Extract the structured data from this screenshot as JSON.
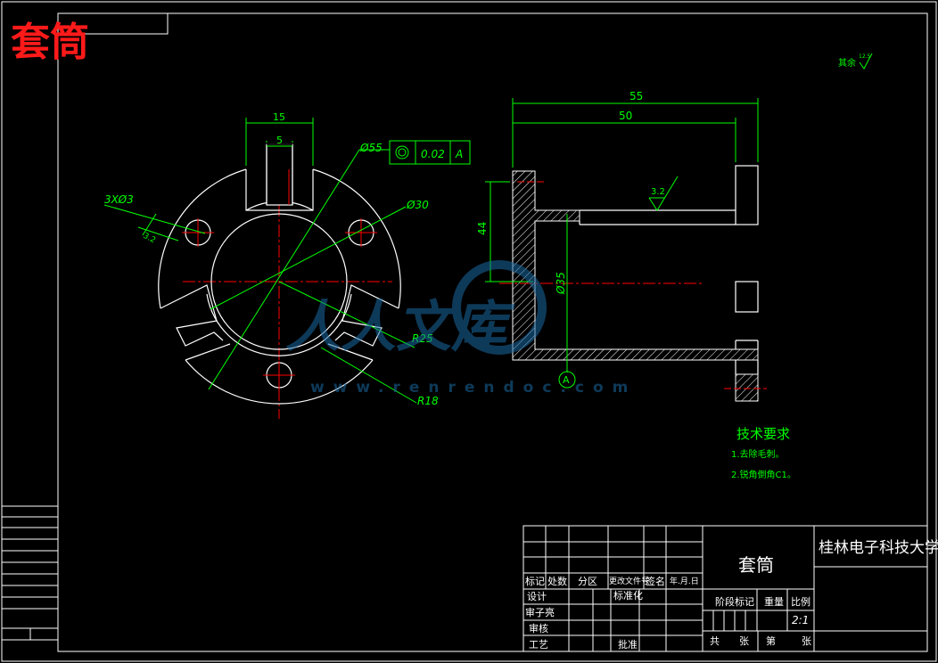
{
  "title_overlay": "套筒",
  "roughness_note": "其余",
  "roughness_other_value": "12.5",
  "front_view": {
    "dim_15": "15",
    "dim_5": "5",
    "dim_holes": "3XØ3",
    "dim_holes_roughness": "3.2",
    "dim_phi55": "Ø55",
    "tolerance_value": "0.02",
    "tolerance_datum": "A",
    "dim_phi30": "Ø30",
    "dim_r25": "R25",
    "dim_r18": "R18"
  },
  "side_view": {
    "dim_55": "55",
    "dim_50": "50",
    "dim_44": "44",
    "dim_phi35": "Ø35",
    "roughness": "3.2",
    "datum_label": "A"
  },
  "watermark": {
    "brand": "人人文库",
    "url": "www.renrendoc.com"
  },
  "tech_requirements": {
    "heading": "技术要求",
    "item1": "1.去除毛刺。",
    "item2": "2.锐角倒角C1。"
  },
  "title_block": {
    "part_name": "套筒",
    "school": "桂林电子科技大学",
    "biaoji": "标记",
    "chushu": "处数",
    "fenqu": "分区",
    "gengai": "更改文件号",
    "qianming": "签名",
    "nianyueri": "年.月.日",
    "sheji": "设计",
    "biaozhunhua": "标准化",
    "jieduan": "阶段标记",
    "zhongliang": "重量",
    "bili": "比例",
    "scale_value": "2:1",
    "shenhe_jiaodui": "审子亮",
    "shenhe": "审核",
    "gongyi": "工艺",
    "pizhun": "批准",
    "gong": "共",
    "zhang1": "张",
    "di": "第",
    "zhang2": "张"
  }
}
